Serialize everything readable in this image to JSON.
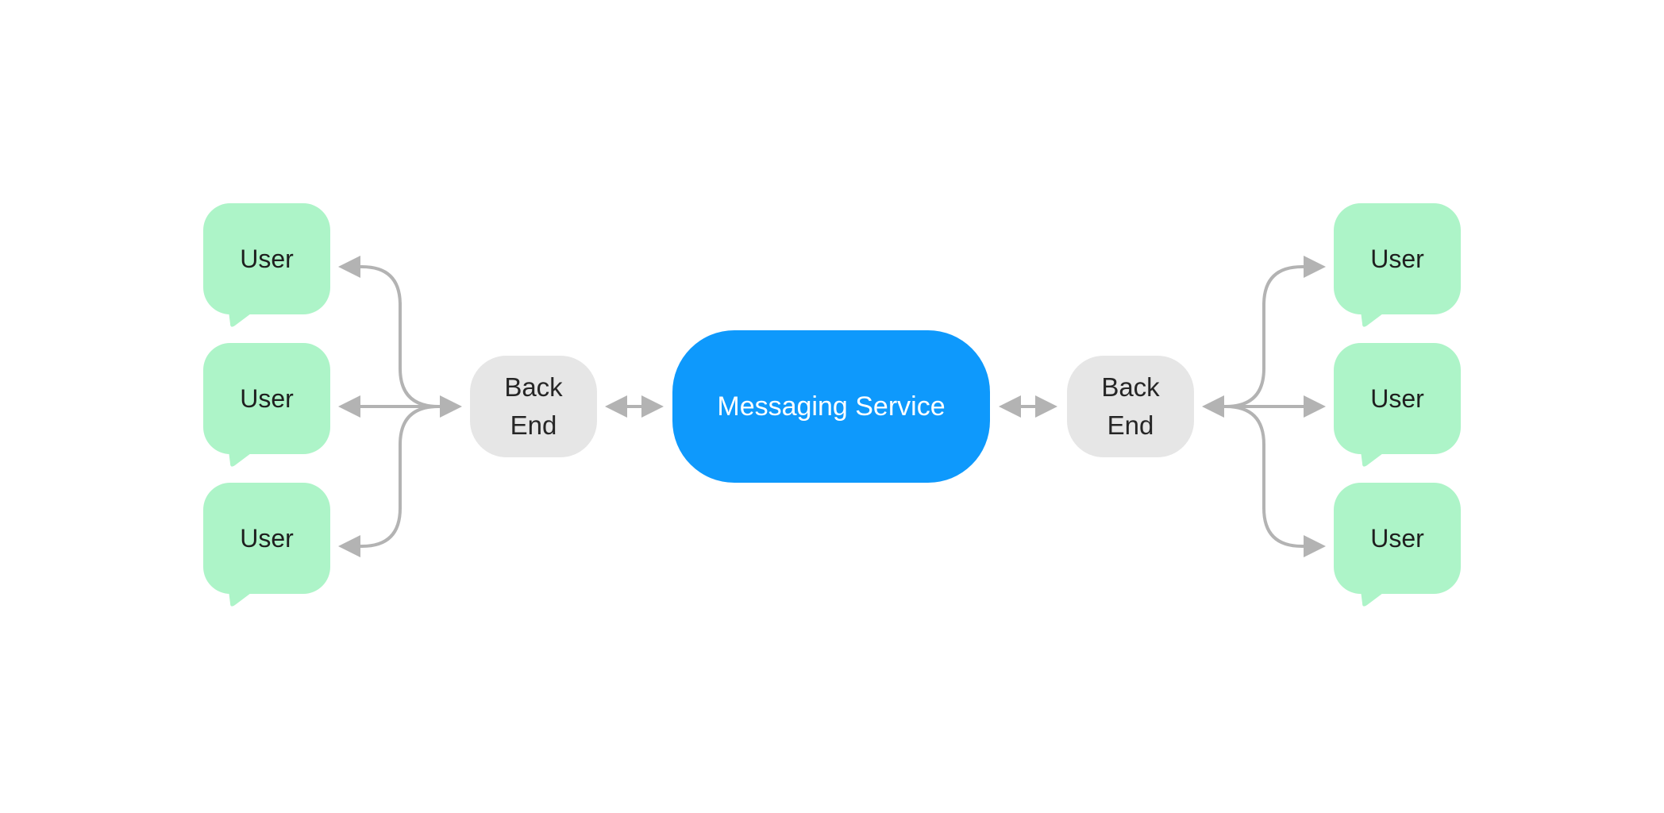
{
  "diagram": {
    "left_users": [
      "User",
      "User",
      "User"
    ],
    "right_users": [
      "User",
      "User",
      "User"
    ],
    "left_backend": "Back End",
    "right_backend": "Back End",
    "service": "Messaging Service"
  },
  "colors": {
    "user_fill": "#adf4c8",
    "backend_fill": "#e6e6e6",
    "service_fill": "#0e99fc",
    "connector": "#b3b3b3"
  }
}
